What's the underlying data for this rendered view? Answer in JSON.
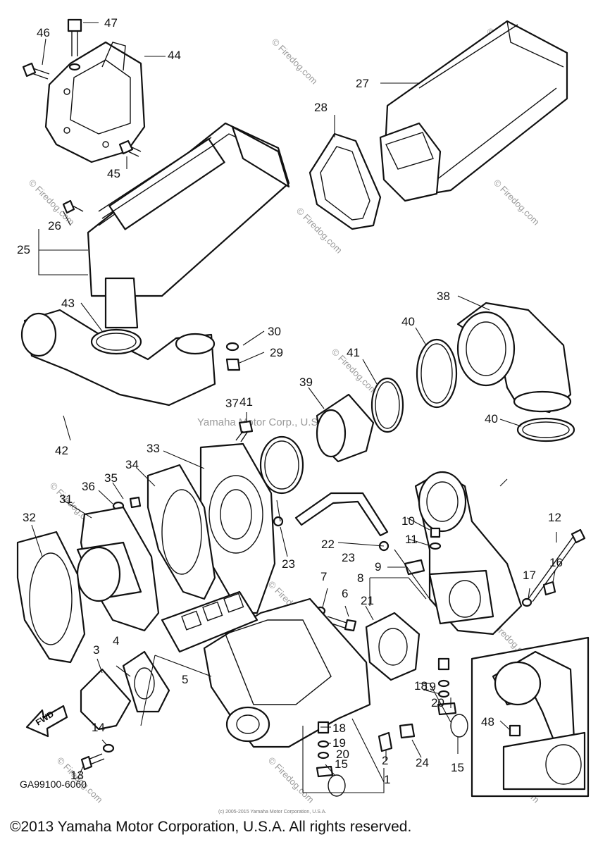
{
  "watermarks": {
    "firedog": "© Firedog.com",
    "yamaha": "Yamaha Motor Corp., U.S.A."
  },
  "logo_text": "YAMAHA",
  "fwd_label": "FWD",
  "diagram_code": "GA99100-6060",
  "copyright": "©2013 Yamaha Motor Corporation, U.S.A. All rights reserved.",
  "small_copyright": "(c) 2005-2015 Yamaha Motor Corporation, U.S.A.",
  "callouts": [
    "1",
    "2",
    "3",
    "4",
    "5",
    "6",
    "7",
    "8",
    "9",
    "10",
    "11",
    "12",
    "13",
    "14",
    "15",
    "15",
    "16",
    "17",
    "18",
    "18",
    "19",
    "19",
    "20",
    "20",
    "21",
    "22",
    "23",
    "23",
    "24",
    "25",
    "26",
    "27",
    "28",
    "29",
    "30",
    "31",
    "32",
    "33",
    "34",
    "35",
    "36",
    "37",
    "38",
    "39",
    "40",
    "40",
    "41",
    "41",
    "42",
    "43",
    "44",
    "45",
    "46",
    "47",
    "48"
  ]
}
